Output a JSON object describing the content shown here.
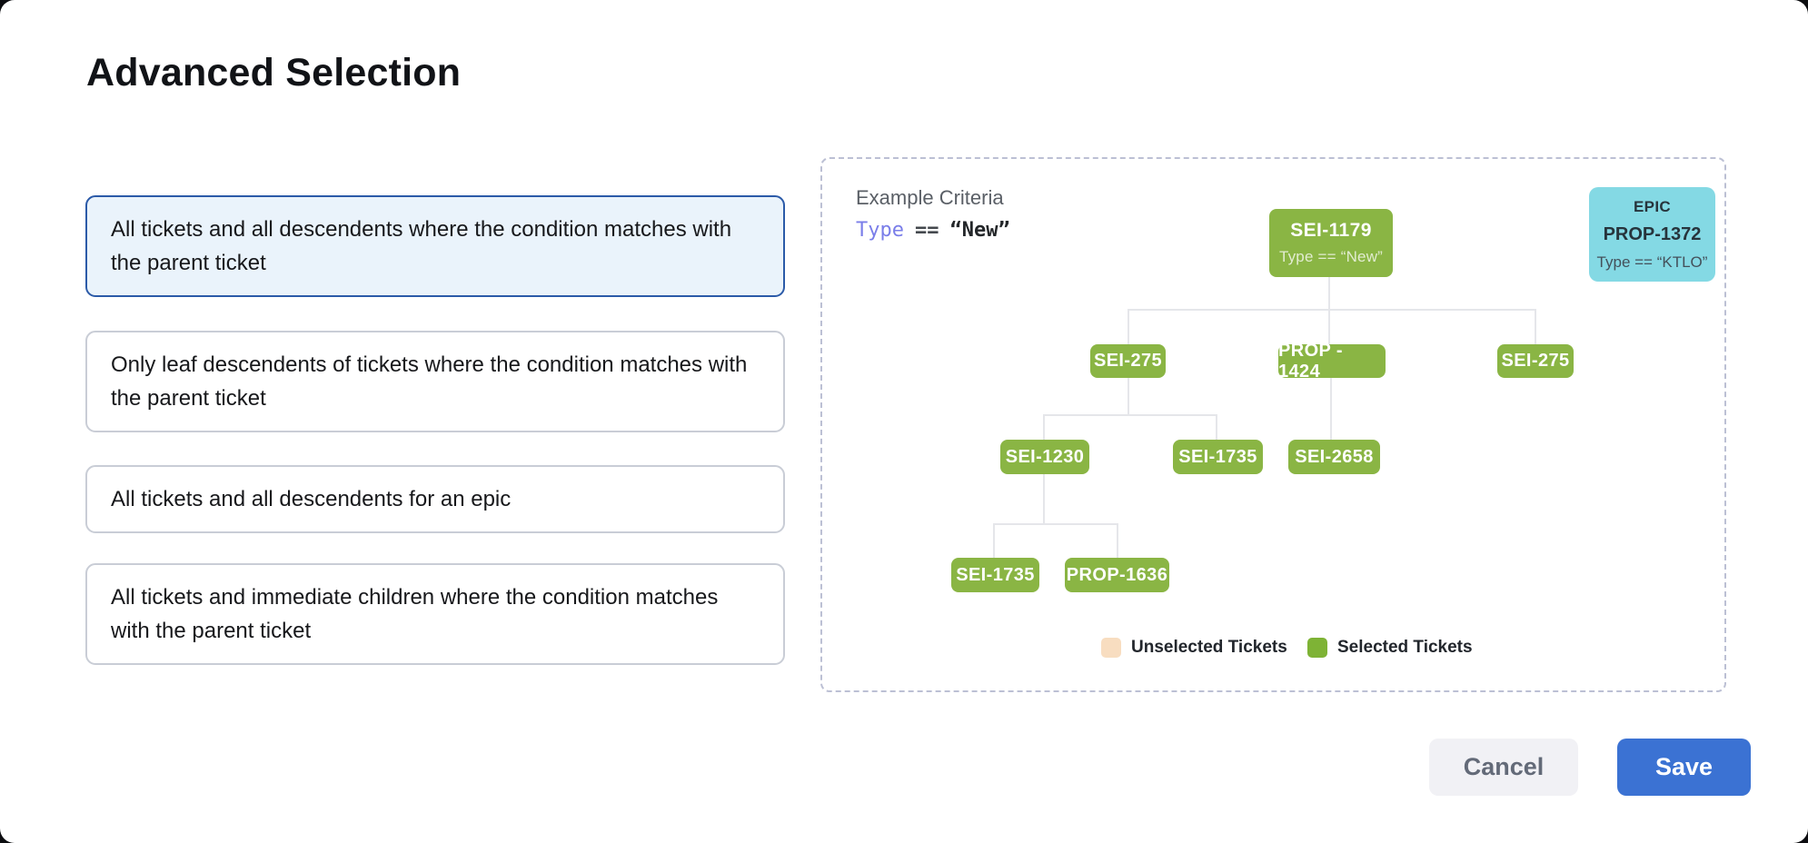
{
  "title": "Advanced Selection",
  "options": [
    {
      "label": "All tickets and all descendents where the condition matches with the parent ticket",
      "selected": true
    },
    {
      "label": "Only leaf descendents of tickets where the condition matches with the parent ticket",
      "selected": false
    },
    {
      "label": "All tickets and all descendents for an epic",
      "selected": false
    },
    {
      "label": "All tickets and immediate children where the condition matches with the parent ticket",
      "selected": false
    }
  ],
  "example": {
    "heading": "Example Criteria",
    "criteria": {
      "field": "Type",
      "operator": "==",
      "value": "“New”"
    }
  },
  "epic_card": {
    "type_label": "EPIC",
    "id": "PROP-1372",
    "condition": "Type == “KTLO”",
    "color": "#84d9e4"
  },
  "tree": {
    "root": {
      "id": "SEI-1179",
      "condition": "Type == “New”"
    },
    "level2": [
      "SEI-275",
      "PROP - 1424",
      "SEI-275"
    ],
    "level3": [
      "SEI-1230",
      "SEI-1735",
      "SEI-2658"
    ],
    "level4": [
      "SEI-1735",
      "PROP-1636"
    ]
  },
  "legend": [
    {
      "label": "Unselected Tickets",
      "color": "#f8ddc0"
    },
    {
      "label": "Selected Tickets",
      "color": "#7eb335"
    }
  ],
  "actions": {
    "cancel": "Cancel",
    "save": "Save"
  },
  "colors": {
    "selected_node": "#8ab544",
    "selected_card_border": "#2b5aa8",
    "selected_card_bg": "#eaf3fb",
    "save_button": "#3b72d3",
    "criteria_field": "#7a7ee9"
  }
}
